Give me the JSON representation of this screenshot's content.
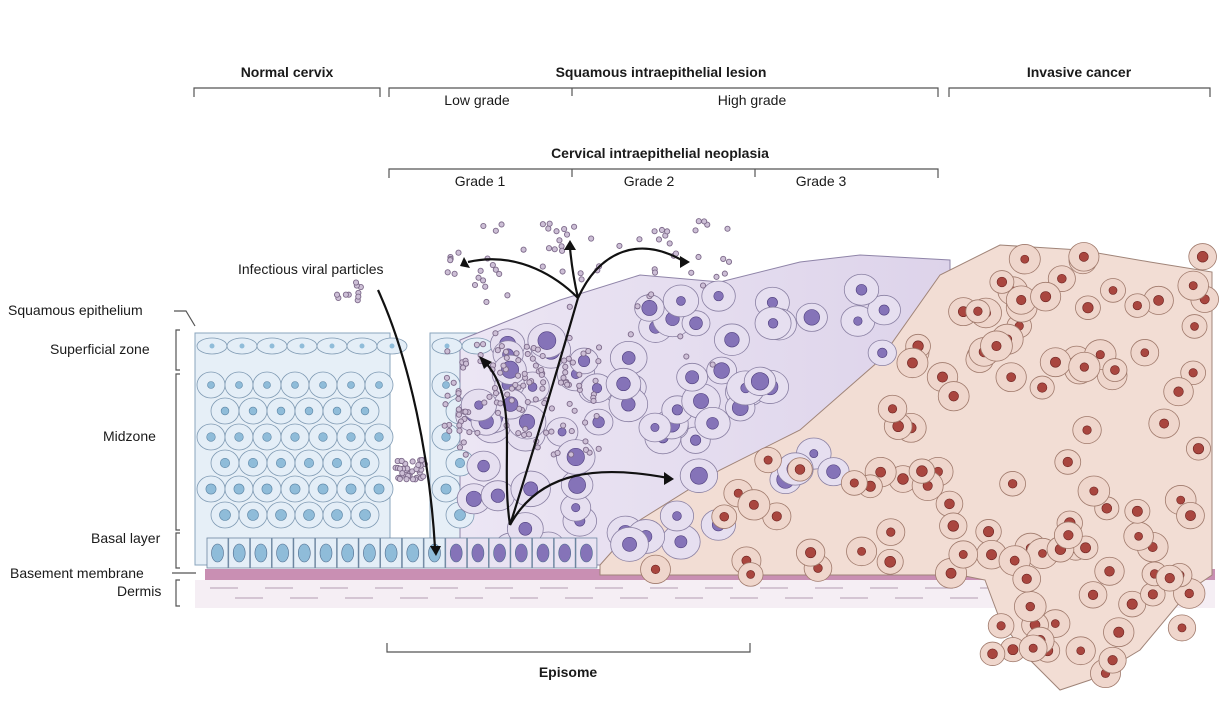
{
  "stages": {
    "normal_cervix": "Normal cervix",
    "squamous_lesion": "Squamous intraepithelial lesion",
    "low_grade": "Low grade",
    "high_grade": "High grade",
    "invasive_cancer": "Invasive cancer",
    "cin": "Cervical intraepithelial neoplasia",
    "grade1": "Grade 1",
    "grade2": "Grade 2",
    "grade3": "Grade 3",
    "episome": "Episome"
  },
  "annotations": {
    "viral_particles": "Infectious viral particles"
  },
  "layers": {
    "squamous_epithelium": "Squamous epithelium",
    "superficial_zone": "Superficial zone",
    "midzone": "Midzone",
    "basal_layer": "Basal layer",
    "basement_membrane": "Basement membrane",
    "dermis": "Dermis"
  },
  "colors": {
    "normal_cell_fill": "#e4eef7",
    "normal_nucleus": "#8fbcd9",
    "infected_cell_fill": "#e6dff0",
    "infected_nucleus": "#8573b8",
    "cancer_cell_fill": "#efd6cc",
    "cancer_nucleus": "#a9463f",
    "basement_membrane": "#c98fb3",
    "virus_particle": "#7d6a8a"
  }
}
